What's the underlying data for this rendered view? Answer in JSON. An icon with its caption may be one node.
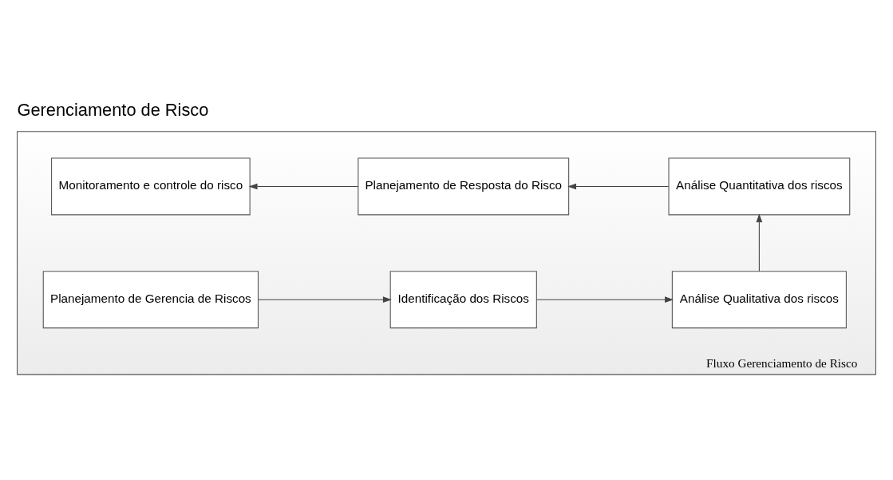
{
  "diagram": {
    "title": "Gerenciamento de Risco",
    "nodes": [
      {
        "text": [
          "Fluxo Gerenciamento de Risco"
        ]
      },
      {
        "text": [
          "Planejamento de Gerencia de Riscos"
        ],
        "in": 0
      },
      {
        "text": [
          "Identificação dos Riscos"
        ],
        "in": 0
      },
      {
        "text": [
          "Análise Qualitativa dos riscos"
        ],
        "in": 0
      },
      {
        "text": [
          "Monitoramento e controle do risco"
        ],
        "in": 0
      },
      {
        "text": [
          "Planejamento de Resposta do Risco"
        ],
        "in": 0
      },
      {
        "text": [
          "Análise Quantitativa dos riscos"
        ],
        "in": 0
      }
    ],
    "edges": [
      {
        "from": 1,
        "to": 2,
        "arrow": "to"
      },
      {
        "from": 2,
        "to": 3,
        "arrow": "to"
      },
      {
        "from": 3,
        "to": 6,
        "arrow": "to"
      },
      {
        "from": 6,
        "to": 5,
        "arrow": "to"
      },
      {
        "from": 5,
        "to": 4,
        "arrow": "to"
      }
    ]
  }
}
